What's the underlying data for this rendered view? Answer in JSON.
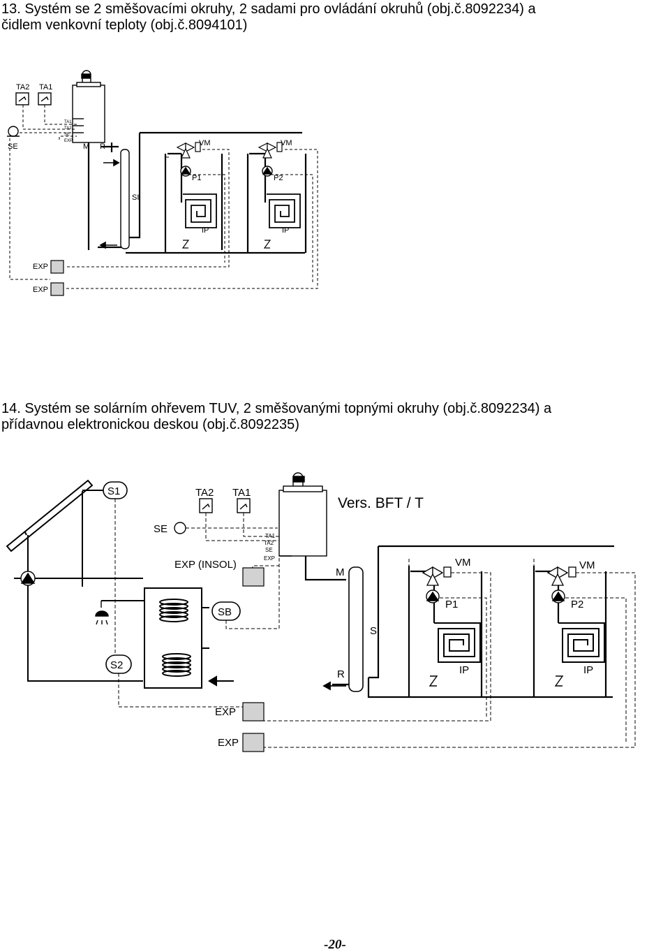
{
  "section13": {
    "line1": "13. Systém se 2 směšovacími okruhy, 2 sadami pro ovládání okruhů (obj.č.8092234) a",
    "line2": "čidlem venkovní teploty (obj.č.8094101)",
    "labels": {
      "ta2": "TA2",
      "ta1": "TA1",
      "se": "SE",
      "term_ta1": "TA1",
      "term_ta2": "TA2",
      "term_se": "SE",
      "term_exp": "EXP",
      "m": "M",
      "r": "R",
      "si": "SI",
      "vm1": "VM",
      "vm2": "VM",
      "p1": "P1",
      "p2": "P2",
      "ip1": "IP",
      "ip2": "IP",
      "exp1": "EXP",
      "exp2": "EXP"
    }
  },
  "section14": {
    "line1": "14. Systém se solárním ohřevem TUV, 2 směšovanými topnými okruhy (obj.č.8092234) a",
    "line2": "přídavnou elektronickou deskou (obj.č.8092235)",
    "labels": {
      "s1": "S1",
      "s2": "S2",
      "sb": "SB",
      "se": "SE",
      "ta2": "TA2",
      "ta1": "TA1",
      "version": "Vers. BFT / T",
      "exp_insol": "EXP (INSOL)",
      "term_ta1": "TA1",
      "term_ta2": "TA2",
      "term_se": "SE",
      "term_exp": "EXP",
      "m": "M",
      "r": "R",
      "si": "SI",
      "vm1": "VM",
      "vm2": "VM",
      "p1": "P1",
      "p2": "P2",
      "ip1": "IP",
      "ip2": "IP",
      "exp1": "EXP",
      "exp2": "EXP"
    }
  },
  "footer": {
    "page_number": "-20-"
  }
}
